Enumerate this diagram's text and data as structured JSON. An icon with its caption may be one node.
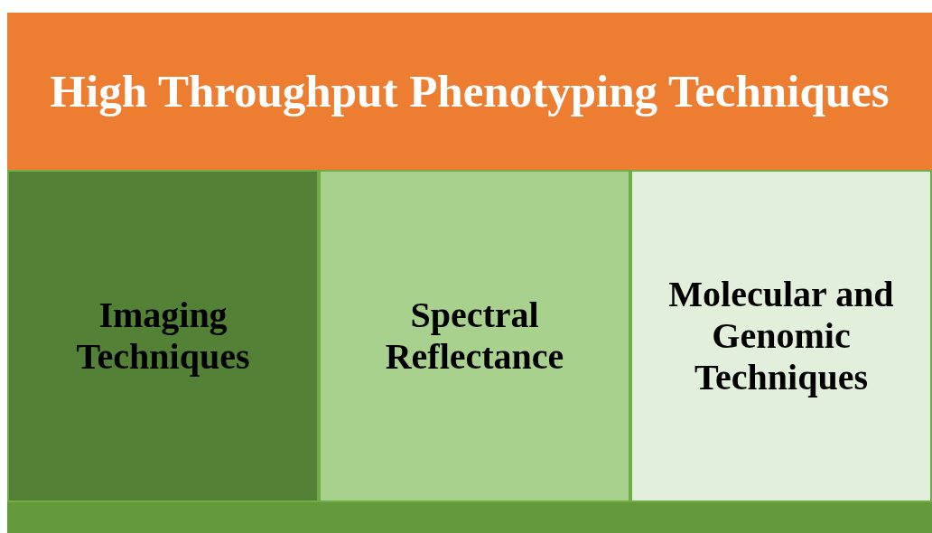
{
  "diagram": {
    "nodes": [
      {
        "text": [
          "High Throughput Phenotyping Techniques"
        ]
      },
      {
        "text": [
          "Imaging Techniques"
        ]
      },
      {
        "text": [
          "Spectral Reflectance"
        ]
      },
      {
        "text": [
          "Molecular and Genomic Techniques"
        ]
      },
      {
        "text": [],
        "shape": "bar"
      }
    ],
    "edges": []
  }
}
